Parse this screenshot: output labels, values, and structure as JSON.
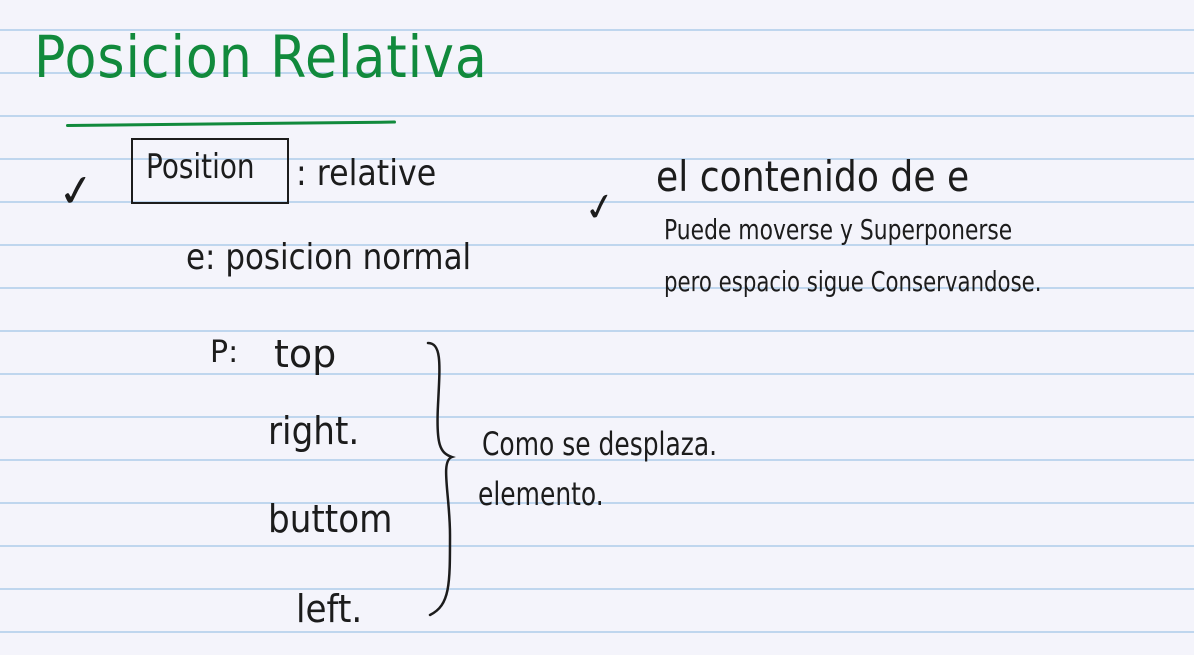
{
  "title": "Posicion Relativa",
  "check_mark": "✓",
  "left_column": {
    "boxed_word": "Position",
    "after_box": ": relative",
    "line_e": "e: posicion normal",
    "line_p_prefix": "P:",
    "props": [
      "top",
      "right.",
      "buttom",
      "left."
    ],
    "brace_note_line1": "Como se desplaza.",
    "brace_note_line2": "elemento."
  },
  "right_column": {
    "line1": "el contenido de e",
    "line2": "Puede moverse y Superponerse",
    "line3": "pero espacio sigue Conservandose."
  }
}
